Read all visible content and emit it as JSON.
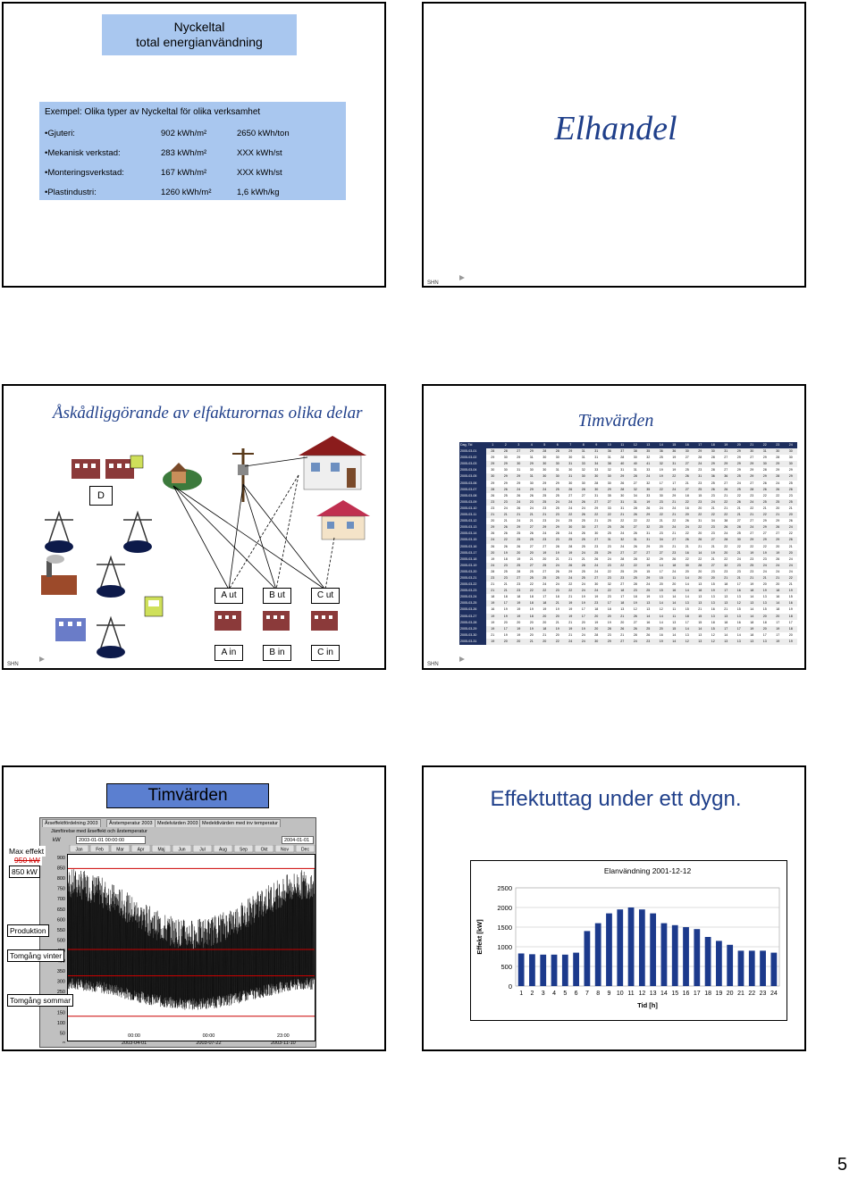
{
  "slide1": {
    "title_line1": "Nyckeltal",
    "title_line2": "total energianvändning",
    "example_heading": "Exempel: Olika typer av Nyckeltal för olika verksamhet",
    "rows": [
      {
        "name": "•Gjuteri:",
        "v1": "902 kWh/m²",
        "v2": "2650 kWh/ton"
      },
      {
        "name": "•Mekanisk verkstad:",
        "v1": "283 kWh/m²",
        "v2": "XXX kWh/st"
      },
      {
        "name": "•Monteringsverkstad:",
        "v1": "167 kWh/m²",
        "v2": "XXX kWh/st"
      },
      {
        "name": "•Plastindustri:",
        "v1": "1260 kWh/m²",
        "v2": "1,6 kWh/kg"
      }
    ]
  },
  "slide2": {
    "title": "Elhandel",
    "footer": "SHN"
  },
  "slide3": {
    "title": "Åskådliggörande av elfakturornas olika delar",
    "label_d": "D",
    "labels_ut": [
      "A ut",
      "B ut",
      "C ut"
    ],
    "labels_in": [
      "A in",
      "B in",
      "C in"
    ],
    "footer": "SHN"
  },
  "slide4": {
    "title": "Timvärden",
    "header_first": "Dag, Tid",
    "hours": [
      "1",
      "2",
      "3",
      "4",
      "5",
      "6",
      "7",
      "8",
      "9",
      "10",
      "11",
      "12",
      "13",
      "14",
      "15",
      "16",
      "17",
      "18",
      "19",
      "20",
      "21",
      "22",
      "23",
      "24"
    ],
    "rows": [
      {
        "d": "2005-03-01",
        "v": [
          28,
          28,
          27,
          29,
          28,
          28,
          29,
          31,
          31,
          36,
          37,
          38,
          35,
          36,
          36,
          30,
          29,
          30,
          31,
          29,
          30,
          31,
          30,
          30
        ]
      },
      {
        "d": "2005-03-02",
        "v": [
          29,
          30,
          29,
          31,
          30,
          30,
          30,
          31,
          31,
          31,
          28,
          30,
          32,
          25,
          19,
          27,
          28,
          28,
          27,
          29,
          27,
          29,
          28,
          30
        ]
      },
      {
        "d": "2005-03-03",
        "v": [
          29,
          29,
          30,
          29,
          30,
          30,
          31,
          33,
          34,
          38,
          40,
          40,
          41,
          32,
          31,
          27,
          24,
          29,
          29,
          29,
          29,
          30,
          29,
          30
        ]
      },
      {
        "d": "2005-03-04",
        "v": [
          30,
          30,
          31,
          30,
          30,
          31,
          30,
          32,
          33,
          32,
          31,
          31,
          33,
          19,
          19,
          25,
          23,
          28,
          27,
          29,
          29,
          28,
          29,
          29
        ]
      },
      {
        "d": "2005-03-05",
        "v": [
          30,
          29,
          29,
          31,
          30,
          30,
          31,
          30,
          30,
          30,
          29,
          28,
          24,
          19,
          22,
          26,
          31,
          36,
          36,
          25,
          29,
          29,
          28,
          29
        ]
      },
      {
        "d": "2005-03-06",
        "v": [
          29,
          29,
          29,
          30,
          29,
          29,
          30,
          30,
          28,
          30,
          26,
          27,
          32,
          17,
          17,
          21,
          23,
          25,
          27,
          24,
          27,
          26,
          24,
          25
        ]
      },
      {
        "d": "2005-03-07",
        "v": [
          28,
          26,
          24,
          29,
          24,
          25,
          26,
          28,
          30,
          29,
          28,
          32,
          35,
          22,
          24,
          27,
          25,
          26,
          26,
          25,
          28,
          26,
          26,
          26
        ]
      },
      {
        "d": "2005-03-08",
        "v": [
          26,
          25,
          26,
          26,
          25,
          25,
          27,
          27,
          31,
          35,
          30,
          34,
          33,
          30,
          29,
          18,
          15,
          23,
          21,
          22,
          23,
          22,
          22,
          23
        ]
      },
      {
        "d": "2005-03-09",
        "v": [
          23,
          23,
          24,
          23,
          25,
          24,
          24,
          26,
          27,
          27,
          31,
          31,
          19,
          23,
          21,
          22,
          23,
          24,
          22,
          26,
          24,
          25,
          25,
          25
        ]
      },
      {
        "d": "2005-03-10",
        "v": [
          23,
          24,
          26,
          24,
          23,
          25,
          24,
          24,
          29,
          33,
          31,
          28,
          26,
          24,
          24,
          16,
          20,
          21,
          21,
          21,
          22,
          21,
          20,
          21
        ]
      },
      {
        "d": "2005-03-11",
        "v": [
          21,
          21,
          21,
          21,
          21,
          23,
          22,
          26,
          22,
          22,
          21,
          26,
          29,
          22,
          21,
          20,
          22,
          22,
          22,
          21,
          21,
          22,
          21,
          20
        ]
      },
      {
        "d": "2005-03-12",
        "v": [
          20,
          21,
          24,
          21,
          23,
          24,
          25,
          25,
          21,
          25,
          22,
          22,
          22,
          21,
          22,
          26,
          31,
          34,
          38,
          27,
          27,
          29,
          29,
          26
        ]
      },
      {
        "d": "2005-03-13",
        "v": [
          29,
          26,
          29,
          27,
          29,
          29,
          30,
          30,
          27,
          25,
          26,
          27,
          32,
          20,
          24,
          24,
          22,
          23,
          26,
          28,
          24,
          29,
          26,
          24
        ]
      },
      {
        "d": "2005-03-14",
        "v": [
          26,
          26,
          25,
          26,
          24,
          28,
          24,
          26,
          30,
          25,
          24,
          26,
          31,
          23,
          21,
          22,
          20,
          23,
          24,
          25,
          27,
          27,
          27,
          22
        ]
      },
      {
        "d": "2005-03-15",
        "v": [
          24,
          22,
          25,
          25,
          23,
          23,
          25,
          25,
          27,
          31,
          32,
          31,
          31,
          34,
          27,
          26,
          26,
          27,
          28,
          30,
          29,
          29,
          29,
          26
        ]
      },
      {
        "d": "2005-03-16",
        "v": [
          26,
          26,
          26,
          27,
          27,
          28,
          28,
          25,
          23,
          23,
          24,
          26,
          29,
          20,
          21,
          21,
          21,
          21,
          22,
          22,
          22,
          22,
          20,
          21
        ]
      },
      {
        "d": "2005-03-17",
        "v": [
          20,
          19,
          20,
          20,
          19,
          19,
          19,
          24,
          25,
          29,
          27,
          27,
          27,
          27,
          23,
          16,
          14,
          19,
          20,
          21,
          19,
          19,
          19,
          20
        ]
      },
      {
        "d": "2005-03-18",
        "v": [
          19,
          18,
          19,
          21,
          20,
          21,
          21,
          21,
          26,
          24,
          28,
          28,
          32,
          29,
          26,
          22,
          22,
          21,
          22,
          24,
          23,
          23,
          26,
          24
        ]
      },
      {
        "d": "2005-03-19",
        "v": [
          24,
          23,
          25,
          27,
          25,
          24,
          26,
          28,
          24,
          23,
          22,
          22,
          19,
          14,
          18,
          30,
          28,
          27,
          32,
          23,
          25,
          24,
          24,
          24
        ]
      },
      {
        "d": "2005-03-20",
        "v": [
          28,
          25,
          28,
          25,
          27,
          26,
          29,
          25,
          24,
          22,
          25,
          29,
          15,
          17,
          24,
          20,
          20,
          23,
          23,
          23,
          23,
          24,
          24,
          24
        ]
      },
      {
        "d": "2005-03-21",
        "v": [
          23,
          23,
          27,
          25,
          25,
          25,
          24,
          25,
          27,
          23,
          23,
          25,
          29,
          15,
          11,
          14,
          20,
          20,
          21,
          21,
          21,
          21,
          21,
          22
        ]
      },
      {
        "d": "2005-03-22",
        "v": [
          21,
          21,
          23,
          22,
          24,
          24,
          22,
          24,
          30,
          32,
          27,
          28,
          24,
          20,
          20,
          14,
          13,
          15,
          18,
          17,
          19,
          20,
          20,
          21
        ]
      },
      {
        "d": "2005-03-23",
        "v": [
          21,
          21,
          23,
          22,
          22,
          23,
          22,
          24,
          24,
          22,
          18,
          23,
          25,
          15,
          16,
          14,
          18,
          19,
          17,
          16,
          18,
          19,
          18,
          19
        ]
      },
      {
        "d": "2005-03-24",
        "v": [
          18,
          18,
          18,
          18,
          17,
          18,
          21,
          19,
          19,
          23,
          17,
          18,
          19,
          13,
          14,
          14,
          13,
          13,
          13,
          13,
          14,
          13,
          16,
          15
        ]
      },
      {
        "d": "2005-03-25",
        "v": [
          19,
          17,
          19,
          18,
          18,
          21,
          19,
          19,
          23,
          17,
          18,
          19,
          13,
          14,
          14,
          13,
          13,
          13,
          13,
          12,
          13,
          13,
          14,
          16
        ]
      },
      {
        "d": "2005-03-26",
        "v": [
          16,
          19,
          19,
          19,
          19,
          19,
          19,
          17,
          18,
          18,
          13,
          12,
          13,
          12,
          11,
          15,
          21,
          16,
          21,
          15,
          14,
          15,
          18,
          19
        ]
      },
      {
        "d": "2005-03-27",
        "v": [
          19,
          19,
          19,
          18,
          20,
          20,
          19,
          17,
          20,
          20,
          21,
          26,
          14,
          14,
          11,
          18,
          15,
          13,
          13,
          13,
          14,
          20,
          20,
          18
        ]
      },
      {
        "d": "2005-03-28",
        "v": [
          19,
          20,
          20,
          20,
          20,
          21,
          21,
          20,
          19,
          19,
          20,
          27,
          16,
          14,
          13,
          17,
          15,
          18,
          18,
          16,
          18,
          18,
          17,
          17
        ]
      },
      {
        "d": "2005-03-29",
        "v": [
          19,
          17,
          19,
          19,
          18,
          19,
          19,
          19,
          20,
          28,
          26,
          26,
          25,
          20,
          15,
          14,
          14,
          15,
          17,
          17,
          19,
          20,
          19,
          18
        ]
      },
      {
        "d": "2005-03-30",
        "v": [
          21,
          19,
          19,
          20,
          21,
          20,
          21,
          24,
          28,
          23,
          21,
          28,
          26,
          16,
          14,
          13,
          13,
          12,
          14,
          14,
          18,
          17,
          17,
          20
        ]
      },
      {
        "d": "2005-03-31",
        "v": [
          19,
          20,
          20,
          21,
          20,
          22,
          24,
          24,
          30,
          29,
          27,
          24,
          23,
          19,
          14,
          12,
          13,
          12,
          13,
          13,
          13,
          13,
          19,
          19
        ]
      }
    ],
    "footer": "SHN"
  },
  "slide5": {
    "title": "Timvärden",
    "tabs": [
      "Årseffektfördelning 2003",
      "Årstemperatur 2003",
      "Medelvärden 2003",
      "Medeldivärden med inv temperatur"
    ],
    "subtitle": "Jämförelse med årseffekt och årstemperatur",
    "unit": "kW",
    "date_from": "2003-01-01 00:00:00",
    "date_to": "2004-01-01 00:00:00",
    "months": [
      "Jan",
      "Feb",
      "Mar",
      "Apr",
      "Maj",
      "Jun",
      "Jul",
      "Aug",
      "Sep",
      "Okt",
      "Nov",
      "Dec"
    ],
    "yticks": [
      "900",
      "850",
      "800",
      "750",
      "700",
      "650",
      "600",
      "550",
      "500",
      "450",
      "400",
      "350",
      "300",
      "250",
      "200",
      "150",
      "100",
      "50",
      "0"
    ],
    "xticks": [
      {
        "t": "00:00",
        "d": "2003-04-01"
      },
      {
        "t": "00:00",
        "d": "2003-07-22"
      },
      {
        "t": "23:00",
        "d": "2003-11-10"
      }
    ],
    "labels": {
      "max": "Max effekt",
      "max950": "950 kW",
      "max850": "850 kW",
      "produktion": "Produktion",
      "tomgang_vinter": "Tomgång vinter",
      "tomgang_sommar": "Tomgång sommar"
    },
    "colors": {
      "max": "#cc0000",
      "prod": "#cc0000",
      "tomg": "#cc0000"
    }
  },
  "slide6": {
    "title": "Effektuttag under ett dygn.",
    "chart_data": {
      "type": "bar",
      "title": "Elanvändning 2001-12-12",
      "xlabel": "Tid [h]",
      "ylabel": "Effekt [kW]",
      "ylim": [
        0,
        2500
      ],
      "yticks": [
        0,
        500,
        1000,
        1500,
        2000,
        2500
      ],
      "categories": [
        "1",
        "2",
        "3",
        "4",
        "5",
        "6",
        "7",
        "8",
        "9",
        "10",
        "11",
        "12",
        "13",
        "14",
        "15",
        "16",
        "17",
        "18",
        "19",
        "20",
        "21",
        "22",
        "23",
        "24"
      ],
      "values": [
        830,
        810,
        800,
        800,
        800,
        850,
        1400,
        1600,
        1850,
        1950,
        2000,
        1950,
        1850,
        1600,
        1550,
        1500,
        1450,
        1250,
        1150,
        1050,
        900,
        900,
        900,
        850
      ],
      "bar_color": "#1c3a8c",
      "grid": true
    }
  },
  "page_number": "5"
}
